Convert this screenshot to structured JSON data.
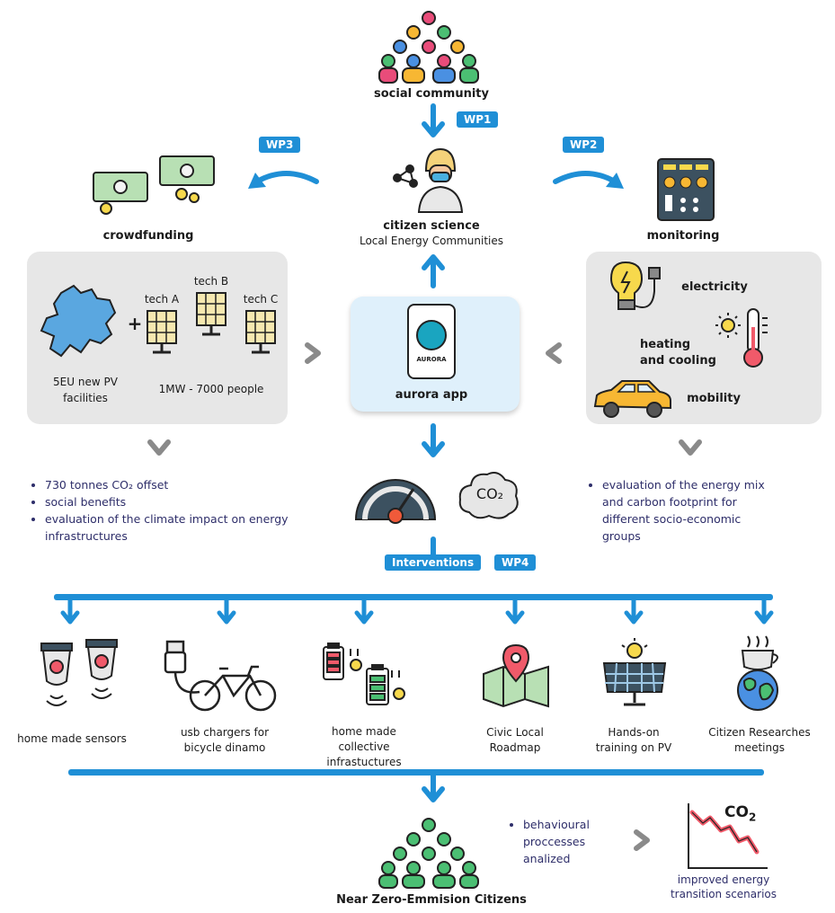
{
  "top": {
    "social_community": "social community"
  },
  "wp_tags": {
    "wp1": "WP1",
    "wp2": "WP2",
    "wp3": "WP3",
    "wp4": "WP4"
  },
  "center": {
    "citizen_science": "citizen science",
    "local_energy": "Local Energy Communities",
    "app_label": "aurora app",
    "phone_text": "AURORA",
    "co2": "CO₂",
    "interventions": "Interventions"
  },
  "left": {
    "crowdfunding": "crowdfunding",
    "tech_a": "tech A",
    "tech_b": "tech B",
    "tech_c": "tech C",
    "plus": "+",
    "facilities_line1": "5EU new PV",
    "facilities_line2": "facilities",
    "capacity": "1MW - 7000 people",
    "bullets": [
      "730 tonnes CO₂ offset",
      "social benefits",
      "evaluation of the climate impact on energy infrastructures"
    ]
  },
  "right": {
    "monitoring": "monitoring",
    "electricity": "electricity",
    "heating_line1": "heating",
    "heating_line2": "and cooling",
    "mobility": "mobility",
    "bullets": [
      "evaluation of the energy mix and carbon footprint for different socio-economic groups"
    ]
  },
  "interventions": {
    "items": [
      {
        "line1": "home made sensors",
        "line2": "",
        "line3": ""
      },
      {
        "line1": "usb chargers for",
        "line2": "bicycle dinamo",
        "line3": ""
      },
      {
        "line1": "home made",
        "line2": "collective",
        "line3": "infrastuctures"
      },
      {
        "line1": "Civic Local",
        "line2": "Roadmap",
        "line3": ""
      },
      {
        "line1": "Hands-on",
        "line2": "training on PV",
        "line3": ""
      },
      {
        "line1": "Citizen Researches",
        "line2": "meetings",
        "line3": ""
      }
    ]
  },
  "bottom": {
    "citizens": "Near Zero-Emmision Citizens",
    "behav_line1": "behavioural",
    "behav_line2": "proccesses",
    "behav_line3": "analized",
    "chart_co2": "CO",
    "chart_co2_sub": "2",
    "scenario_line1": "improved energy",
    "scenario_line2": "transition scenarios"
  },
  "colors": {
    "accent": "#1f8fd6",
    "panel": "#e7e7e7",
    "chevron": "#8a8a8a",
    "bullet_text": "#2e2e6a"
  }
}
